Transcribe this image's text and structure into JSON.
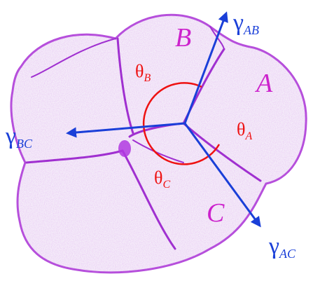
{
  "cells": {
    "a": "A",
    "b": "B",
    "c": "C"
  },
  "angles": {
    "theta": "θ",
    "a_sub": "A",
    "b_sub": "B",
    "c_sub": "C"
  },
  "tensions": {
    "gamma": "γ",
    "ab_sub": "AB",
    "ac_sub": "AC",
    "bc_sub": "BC"
  },
  "colors": {
    "membrane": "#a030d0",
    "cell_fill": "#f3eaf8",
    "cell_label": "#cc22cc",
    "angle": "#ee1111",
    "vector": "#1a3fd8"
  }
}
